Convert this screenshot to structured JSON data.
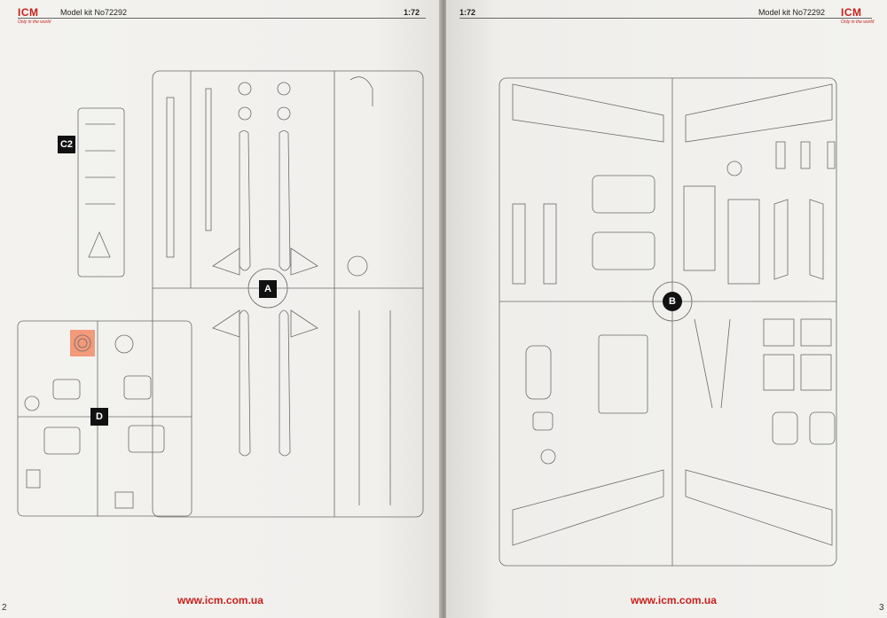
{
  "left_page": {
    "logo": {
      "brand": "ICM",
      "tagline": "Only in the world"
    },
    "kit_label": "Model kit No72292",
    "scale": "1:72",
    "url": "www.icm.com.ua",
    "page_number": "2",
    "sprue_labels": {
      "a": "A",
      "c2": "C2",
      "d": "D"
    }
  },
  "right_page": {
    "logo": {
      "brand": "ICM",
      "tagline": "Only in the world"
    },
    "kit_label": "Model kit No72292",
    "scale": "1:72",
    "url": "www.icm.com.ua",
    "page_number": "3",
    "sprue_labels": {
      "b": "B"
    }
  },
  "colors": {
    "accent": "#c8201c",
    "line": "#555555",
    "highlight": "#f29a7a"
  }
}
